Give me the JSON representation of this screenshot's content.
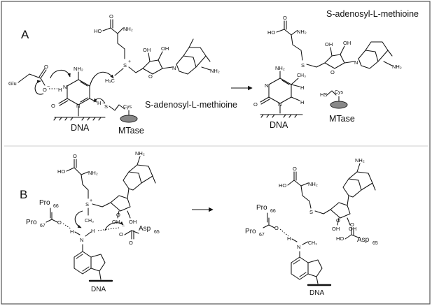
{
  "panel_a": {
    "label": "A",
    "sam_caption": "S-adenosyl-L-methioine",
    "product_sam_caption": "S-adenosyl-L-methioine",
    "dna_left": "DNA",
    "dna_right": "DNA",
    "mtase_left": "MTase",
    "mtase_right": "MTase",
    "atoms": {
      "glu": "Glu",
      "o_minus": "O",
      "o_carbonyl": "O",
      "h": "H",
      "nh2": "NH₂",
      "n": "N",
      "o_keto": "O",
      "s_minus": "S",
      "cys": "Cys",
      "s_plus": "S",
      "plus": "+",
      "h3c": "H₃C",
      "ho": "HO",
      "oh": "OH",
      "o": "O",
      "hs": "HS",
      "h_ring": "H",
      "minus": "−"
    }
  },
  "panel_b": {
    "label": "B",
    "dna_left": "DNA",
    "dna_right": "DNA",
    "atoms": {
      "pro66": "Pro",
      "pro66_sub": "66",
      "pro67": "Pro",
      "pro67_sub": "67",
      "asp65": "Asp",
      "asp65_sub": "65",
      "nh2": "NH₂",
      "ch3": "CH₃",
      "h": "H",
      "n": "N",
      "s": "S",
      "plus": "+",
      "ho": "HO",
      "oh": "OH",
      "o": "O",
      "minus": "−"
    }
  }
}
